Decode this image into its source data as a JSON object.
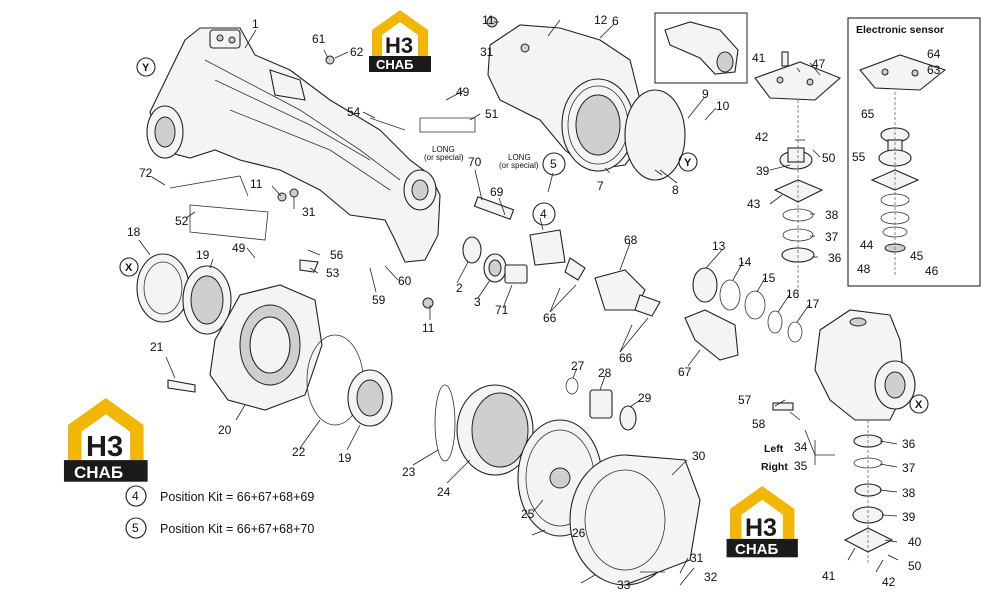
{
  "sensor_box": {
    "title": "Electronic sensor"
  },
  "brand": {
    "logo_letters": "H3",
    "logo_word": "СНАБ",
    "yellow": "#f2b705",
    "dark": "#1a1a1a"
  },
  "notes": {
    "long_a": "LONG",
    "special_a": "(or special)",
    "long_b": "LONG",
    "special_b": "(or special)",
    "left": "Left",
    "right": "Right"
  },
  "markers": {
    "y": "Y",
    "x": "X"
  },
  "kits": [
    {
      "num": "4",
      "text": "Position Kit = 66+67+68+69"
    },
    {
      "num": "5",
      "text": "Position Kit = 66+67+68+70"
    }
  ],
  "callouts": {
    "c1": "1",
    "c2": "2",
    "c3": "3",
    "c4": "4",
    "c5": "5",
    "c6": "6",
    "c7": "7",
    "c8": "8",
    "c9": "9",
    "c10": "10",
    "c11a": "11",
    "c11b": "11",
    "c11c": "11",
    "c12": "12",
    "c13": "13",
    "c14": "14",
    "c15": "15",
    "c16": "16",
    "c17": "17",
    "c18": "18",
    "c19a": "19",
    "c19b": "19",
    "c20": "20",
    "c21": "21",
    "c22": "22",
    "c23": "23",
    "c24": "24",
    "c25": "25",
    "c26": "26",
    "c27": "27",
    "c28": "28",
    "c29": "29",
    "c30": "30",
    "c31a": "31",
    "c31b": "31",
    "c31c": "31",
    "c32": "32",
    "c33": "33",
    "c34": "34",
    "c35": "35",
    "c36a": "36",
    "c36b": "36",
    "c37a": "37",
    "c37b": "37",
    "c38a": "38",
    "c38b": "38",
    "c39a": "39",
    "c39b": "39",
    "c40": "40",
    "c41a": "41",
    "c41b": "41",
    "c42a": "42",
    "c42b": "42",
    "c43": "43",
    "c44": "44",
    "c45": "45",
    "c46": "46",
    "c47": "47",
    "c48": "48",
    "c49a": "49",
    "c49b": "49",
    "c50a": "50",
    "c50b": "50",
    "c51": "51",
    "c52": "52",
    "c53": "53",
    "c54": "54",
    "c55": "55",
    "c56": "56",
    "c57": "57",
    "c58": "58",
    "c59": "59",
    "c60": "60",
    "c61": "61",
    "c62": "62",
    "c63": "63",
    "c64": "64",
    "c65": "65",
    "c66a": "66",
    "c66b": "66",
    "c67": "67",
    "c68": "68",
    "c69": "69",
    "c70": "70",
    "c71": "71",
    "c72": "72"
  }
}
